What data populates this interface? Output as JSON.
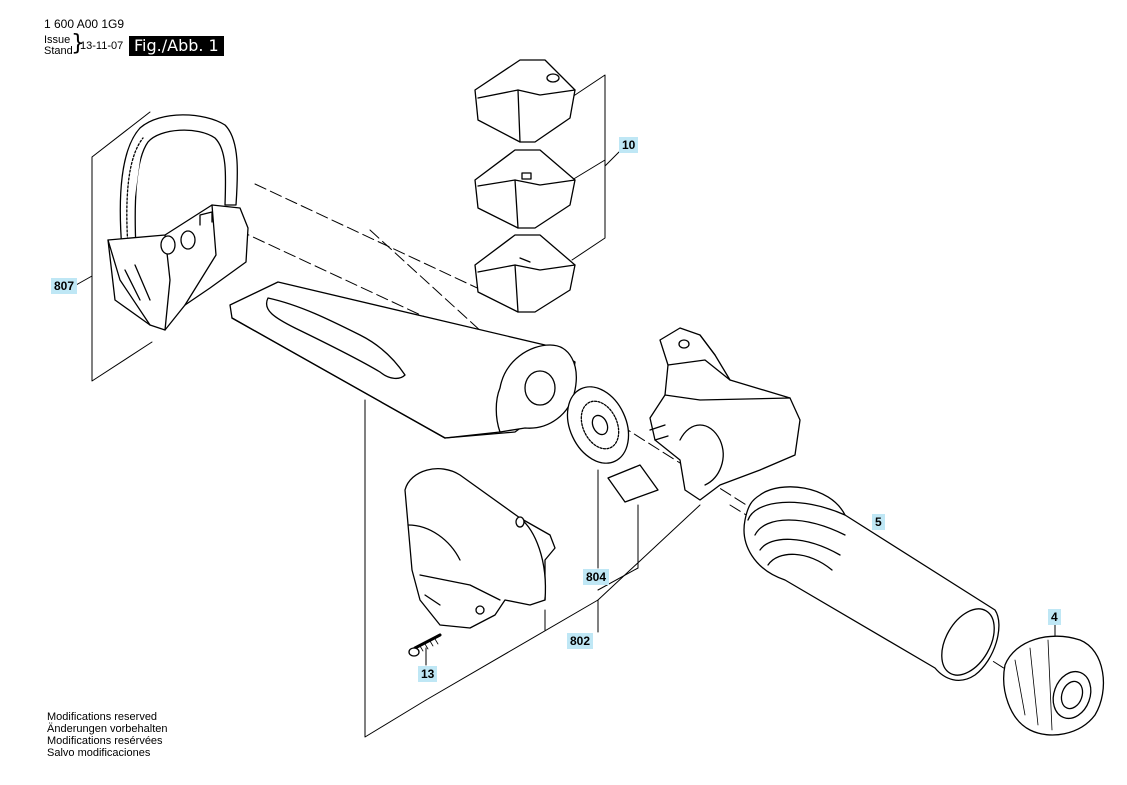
{
  "header": {
    "doc_number": "1 600 A00 1G9",
    "issue_label": "Issue",
    "stand_label": "Stand",
    "brace": "}",
    "date": "13-11-07",
    "figure": "Fig./Abb. 1"
  },
  "callouts": {
    "c807": "807",
    "c10": "10",
    "c5": "5",
    "c804": "804",
    "c802": "802",
    "c4": "4",
    "c13": "13"
  },
  "footer": {
    "lines": [
      "Modifications reserved",
      "Änderungen vorbehalten",
      "Modifications resérvées",
      "Salvo modificaciones"
    ]
  },
  "colors": {
    "callout_bg": "#bfe7f5",
    "line": "#000000",
    "part_fill": "#ffffff"
  }
}
